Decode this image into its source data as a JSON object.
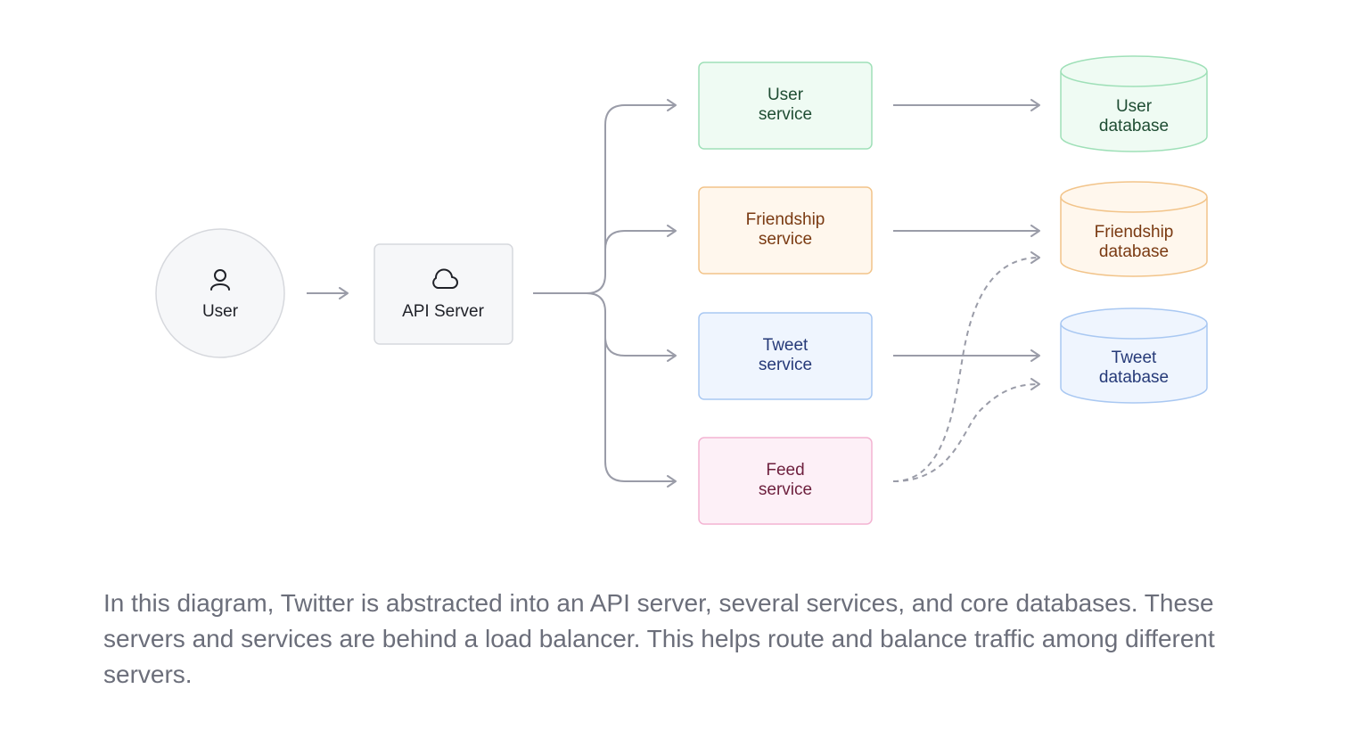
{
  "nodes": {
    "user": {
      "label": "User",
      "icon": "user-icon"
    },
    "api_server": {
      "label": "API Server",
      "icon": "cloud-icon"
    },
    "user_service": {
      "line1": "User",
      "line2": "service"
    },
    "friendship_service": {
      "line1": "Friendship",
      "line2": "service"
    },
    "tweet_service": {
      "line1": "Tweet",
      "line2": "service"
    },
    "feed_service": {
      "line1": "Feed",
      "line2": "service"
    },
    "user_database": {
      "line1": "User",
      "line2": "database"
    },
    "friendship_database": {
      "line1": "Friendship",
      "line2": "database"
    },
    "tweet_database": {
      "line1": "Tweet",
      "line2": "database"
    }
  },
  "caption": "In this diagram, Twitter is abstracted into an API server, several services, and core databases. These servers and services are behind a load balancer. This helps route and balance traffic among different servers.",
  "colors": {
    "connector": "#9a9ca8",
    "green_fill": "#effbf3",
    "green_stroke": "#9fe0b8",
    "green_text": "#1f4d33",
    "orange_fill": "#fff7ed",
    "orange_stroke": "#f2c48a",
    "orange_text": "#7a3a12",
    "blue_fill": "#eff5fe",
    "blue_stroke": "#a9c8f2",
    "blue_text": "#263a78",
    "pink_fill": "#fdf0f7",
    "pink_stroke": "#f3b3d2",
    "pink_text": "#6d1f3d",
    "neutral_fill": "#f6f7f9",
    "neutral_stroke": "#d6d8dd",
    "neutral_text": "#1f2128"
  }
}
